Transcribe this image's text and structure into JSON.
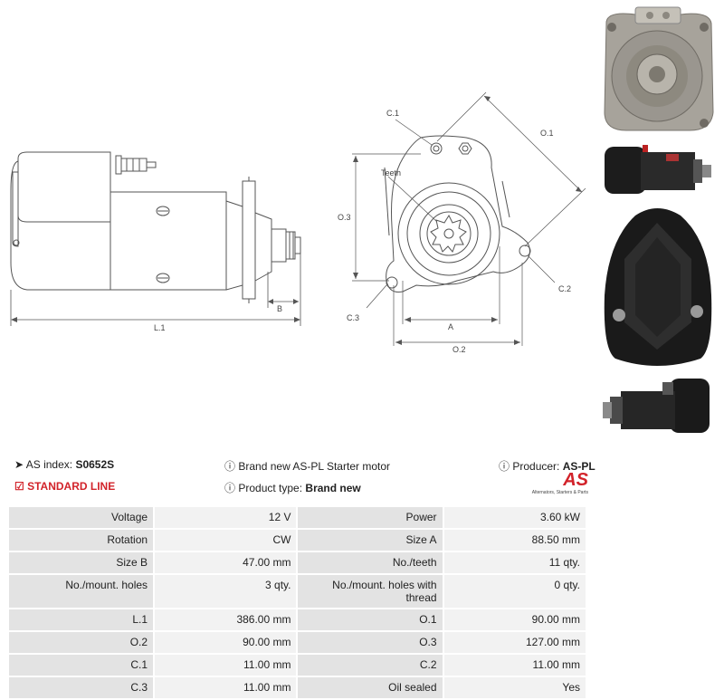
{
  "diagram_labels": {
    "side_L1": "L.1",
    "side_B": "B",
    "front_C1": "C.1",
    "front_O1": "O.1",
    "front_teeth": "Teeth",
    "front_O3": "O.3",
    "front_C2": "C.2",
    "front_C3": "C.3",
    "front_A": "A",
    "front_O2": "O.2"
  },
  "info": {
    "index_label": "AS index:",
    "index_value": "S0652S",
    "line_label": "STANDARD LINE",
    "desc_text": "Brand new AS-PL Starter motor",
    "type_label": "Product type:",
    "type_value": "Brand new",
    "producer_label": "Producer:",
    "producer_value": "AS-PL"
  },
  "logo": {
    "mark": "AS",
    "tagline": "Alternators, Starters & Parts",
    "brand_color": "#d2232a"
  },
  "specs": [
    [
      "Voltage",
      "12 V",
      "Power",
      "3.60 kW"
    ],
    [
      "Rotation",
      "CW",
      "Size A",
      "88.50 mm"
    ],
    [
      "Size B",
      "47.00 mm",
      "No./teeth",
      "11 qty."
    ],
    [
      "No./mount. holes",
      "3 qty.",
      "No./mount. holes with thread",
      "0 qty."
    ],
    [
      "L.1",
      "386.00 mm",
      "O.1",
      "90.00 mm"
    ],
    [
      "O.2",
      "90.00 mm",
      "O.3",
      "127.00 mm"
    ],
    [
      "C.1",
      "11.00 mm",
      "C.2",
      "11.00 mm"
    ],
    [
      "C.3",
      "11.00 mm",
      "Oil sealed",
      "Yes"
    ]
  ]
}
